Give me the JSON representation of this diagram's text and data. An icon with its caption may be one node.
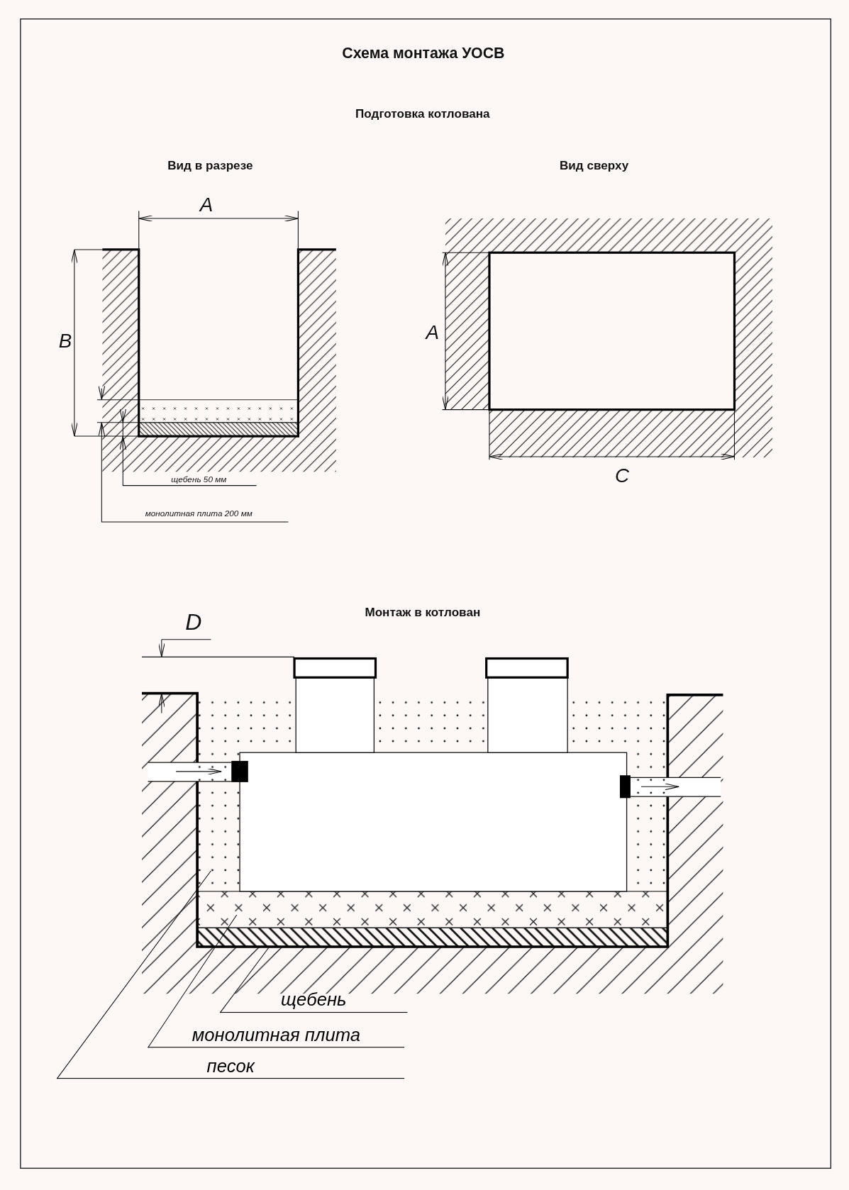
{
  "diagram": {
    "title": "Схема монтажа УОСВ",
    "nodes": [
      {
        "text": [
          "щебень"
        ]
      },
      {
        "text": [
          "монолитная плита"
        ]
      },
      {
        "text": [
          "песок"
        ]
      },
      {
        "text": [],
        "shape": "box"
      },
      {
        "text": [],
        "shape": "box"
      },
      {
        "text": [],
        "shape": "box"
      }
    ],
    "edges": [
      {
        "from": 0,
        "to": 5,
        "arrow": "none"
      },
      {
        "from": 1,
        "to": 4,
        "arrow": "none"
      },
      {
        "from": 2,
        "to": 3,
        "arrow": "none"
      }
    ],
    "labels": [
      "Подготовка котлована",
      "Вид в разрезе",
      "Вид сверху",
      "A",
      "B",
      "щебень 50 мм",
      "монолитная плита 200 мм",
      "A",
      "C",
      "Монтаж в котлован",
      "D"
    ]
  }
}
